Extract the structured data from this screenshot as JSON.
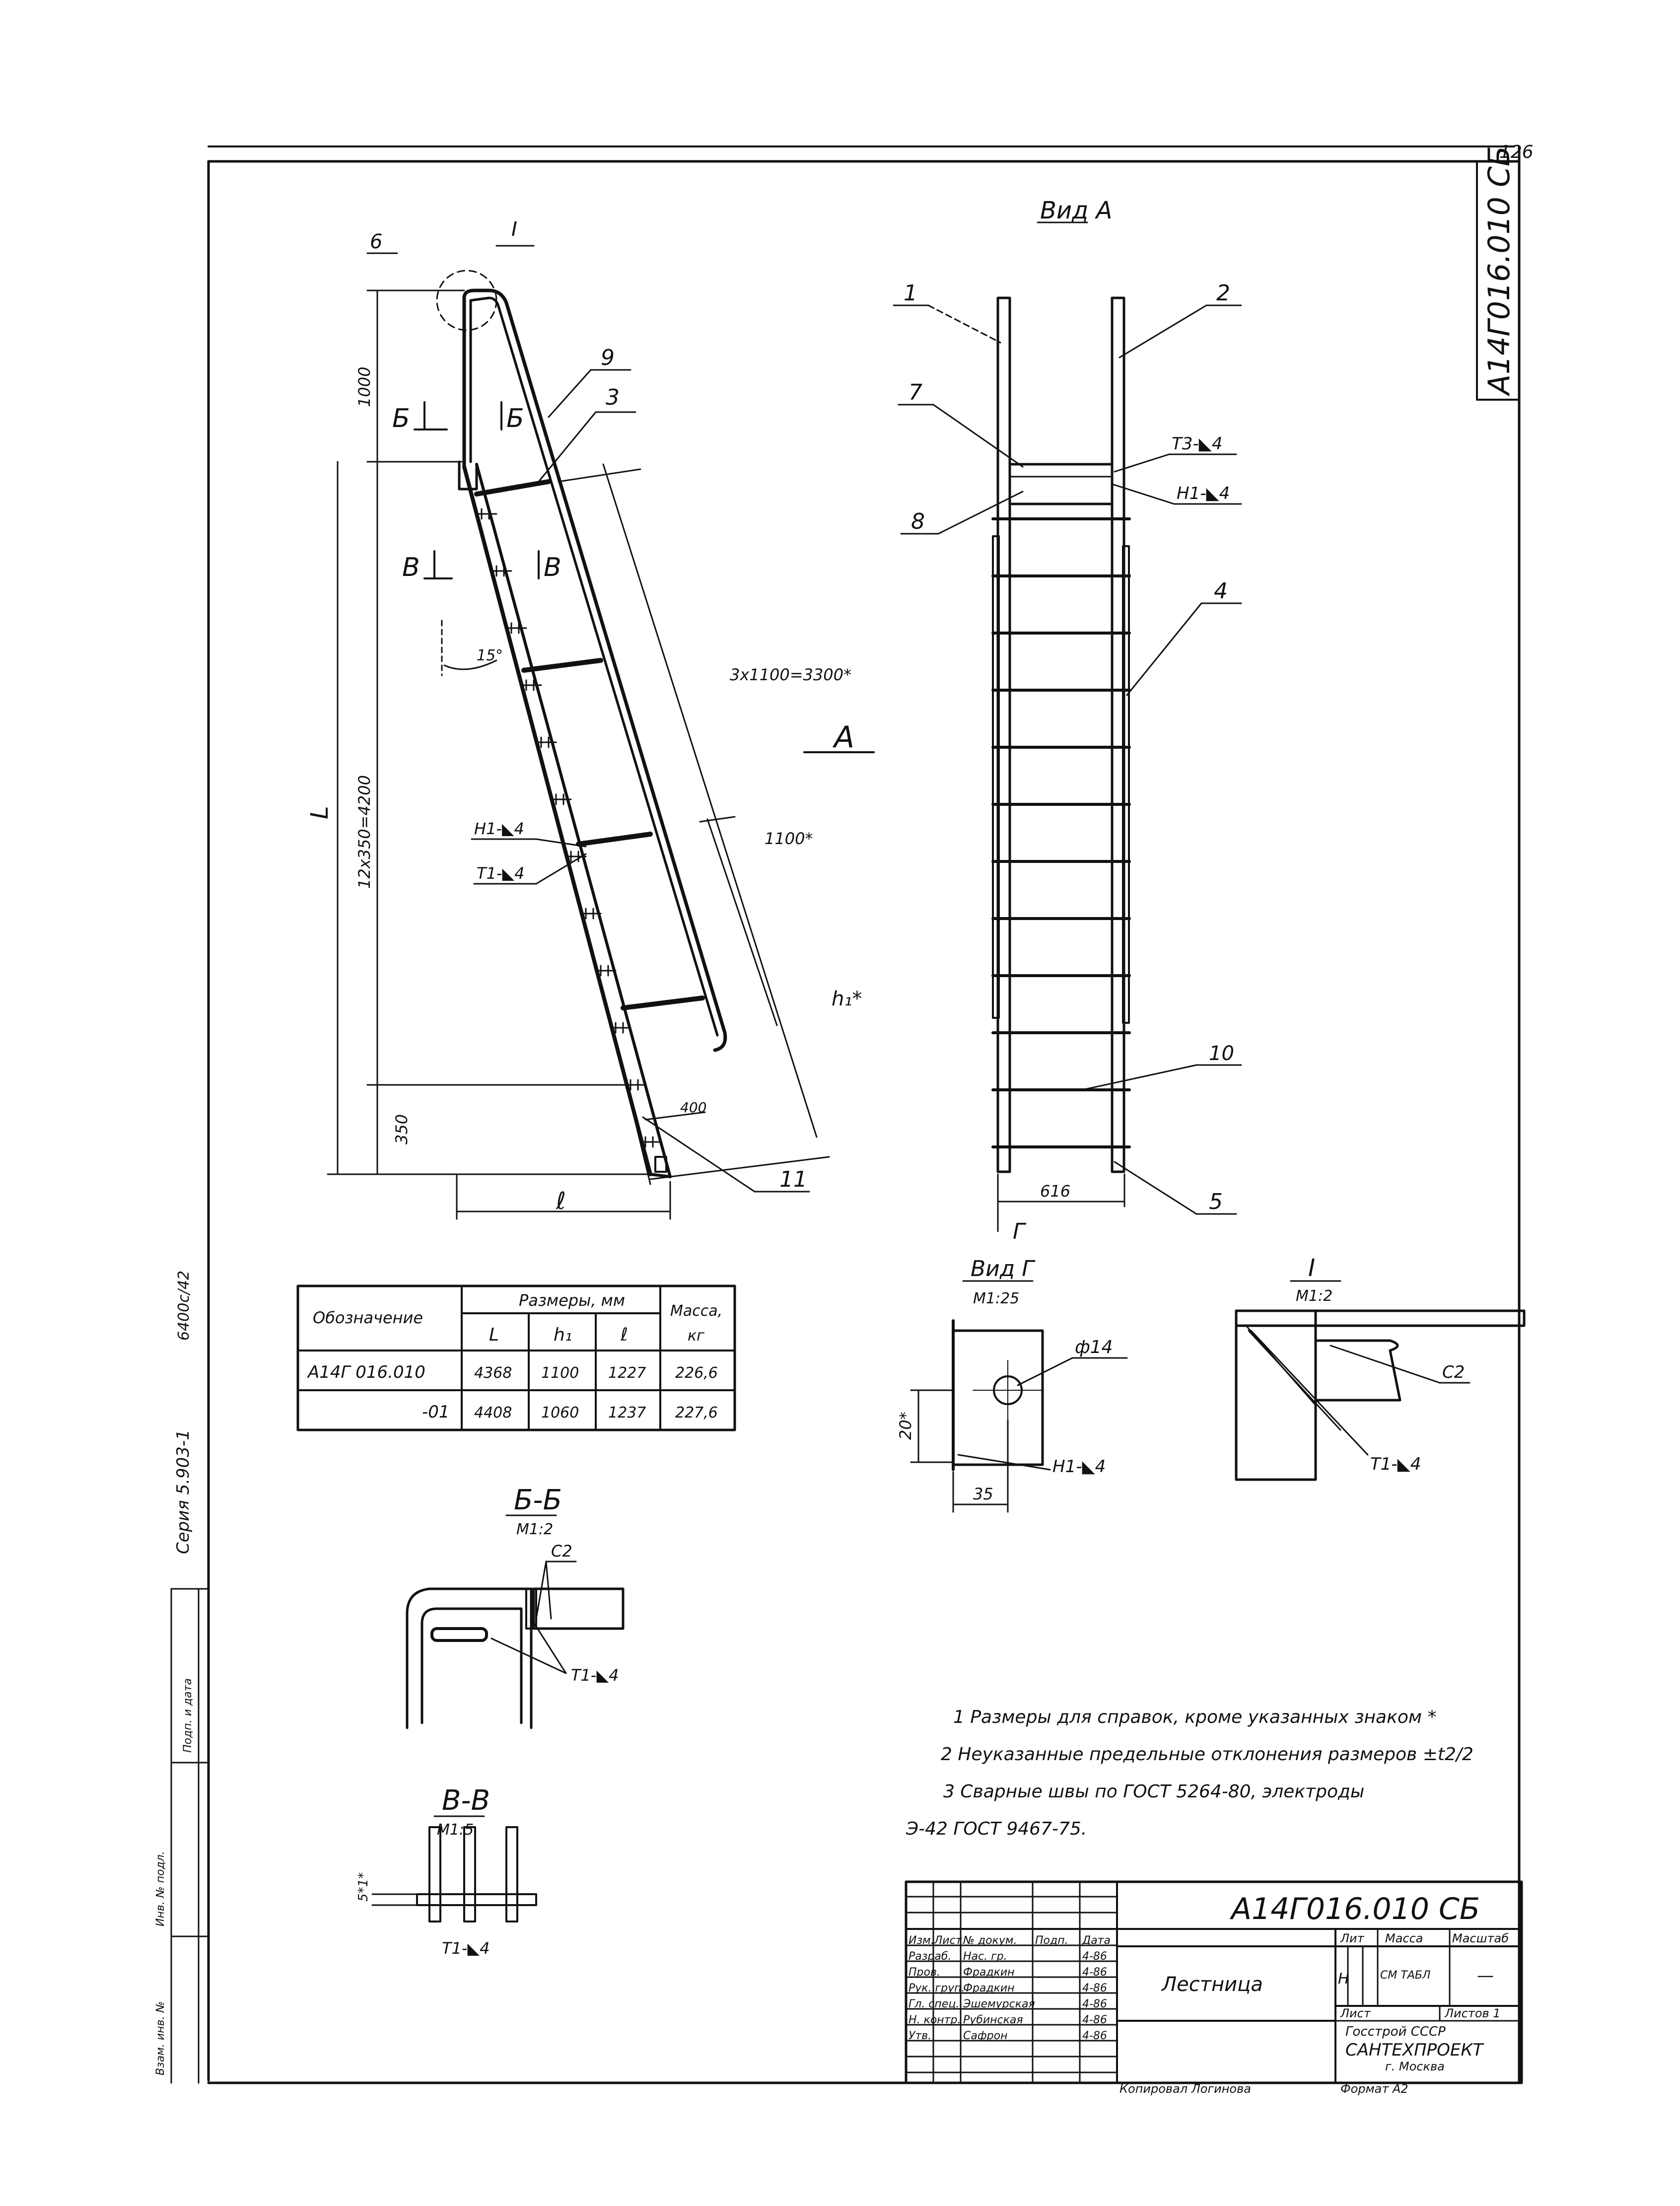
{
  "sheet": {
    "page_number": "126",
    "doc_code_vertical": "А14Г016.010 СБ",
    "series_label": "Серия 5.903-1",
    "stamp_number": "6400с/42",
    "left_stamp_lines": [
      "Взам. инв. №",
      "Подп. и дата",
      "Инв. № подл."
    ]
  },
  "side_view": {
    "callouts": [
      "6",
      "I",
      "9",
      "3",
      "11"
    ],
    "section_marks": {
      "b": "Б",
      "v": "В"
    },
    "view_arrow": "А",
    "dims": {
      "top": "1000",
      "main": "12x350=4200",
      "bottom": "350",
      "overall_L": "L",
      "span": "3x1100=3300*",
      "bay": "1100*",
      "h1": "h₁*",
      "base": "400",
      "width_l": "ℓ",
      "angle": "15°"
    },
    "welds": [
      "Н1-◣4",
      "Т1-◣4"
    ]
  },
  "view_a": {
    "title": "Вид А",
    "callouts": [
      "1",
      "2",
      "7",
      "8",
      "4",
      "10",
      "5"
    ],
    "welds": [
      "Т3-◣4",
      "Н1-◣4"
    ],
    "width_dim": "616",
    "arrow_g": "Г"
  },
  "spec_table": {
    "col_designation": "Обозначение",
    "col_sizes": "Размеры, мм",
    "col_mass": "Масса,",
    "sub_L": "L",
    "sub_h1": "h₁",
    "sub_l": "ℓ",
    "sub_kg": "кг",
    "rows": [
      {
        "name": "А14Г 016.010",
        "L": "4368",
        "h1": "1100",
        "l": "1227",
        "mass": "226,6"
      },
      {
        "name": "-01",
        "L": "4408",
        "h1": "1060",
        "l": "1237",
        "mass": "227,6"
      }
    ]
  },
  "view_g": {
    "title": "Вид Г",
    "scale": "М1:25",
    "hole": "ф14",
    "dim_v": "20*",
    "dim_h": "35",
    "weld": "Н1-◣4"
  },
  "detail_i": {
    "title": "I",
    "scale": "М1:2",
    "weld_c2": "С2",
    "weld_t1": "Т1-◣4"
  },
  "section_bb": {
    "title": "Б-Б",
    "scale": "М1:2",
    "weld_c2": "С2",
    "weld_t1": "Т1-◣4"
  },
  "section_vv": {
    "title": "В-В",
    "scale": "М1:5",
    "dim": "5*1*",
    "weld": "Т1-◣4"
  },
  "notes": [
    "1 Размеры для справок, кроме указанных знаком *",
    "2 Неуказанные предельные отклонения размеров ±t2/2",
    "3 Сварные швы по ГОСТ 5264-80, электроды",
    "Э-42 ГОСТ 9467-75."
  ],
  "title_block": {
    "code": "А14Г016.010 СБ",
    "name": "Лестница",
    "lit_header": "Лит",
    "mass_header": "Масса",
    "scale_header": "Масштаб",
    "lit_value": "Н",
    "mass_value": "СМ ТАБЛ",
    "scale_value": "—",
    "sheet_label": "Лист",
    "sheets_label": "Листов 1",
    "org_line1": "Госстрой СССР",
    "org_line2": "САНТЕХПРОЕКТ",
    "org_line3": "г. Москва",
    "rows": [
      {
        "role": "Изм.Лист",
        "name": "№ докум.",
        "sign": "Подп.",
        "date": "Дата"
      },
      {
        "role": "Разраб.",
        "name": "Нас. гр.",
        "sign": "",
        "date": "4-86"
      },
      {
        "role": "Пров.",
        "name": "Фрадкин",
        "sign": "",
        "date": "4-86"
      },
      {
        "role": "Рук. груп.",
        "name": "Фрадкин",
        "sign": "",
        "date": "4-86"
      },
      {
        "role": "Гл. спец.",
        "name": "Эшемурская",
        "sign": "",
        "date": "4-86"
      },
      {
        "role": "Н. контр.",
        "name": "Рубинская",
        "sign": "",
        "date": "4-86"
      },
      {
        "role": "Утв.",
        "name": "Сафрон",
        "sign": "",
        "date": "4-86"
      }
    ],
    "copied_by": "Копировал Логинова",
    "format": "Формат А2"
  }
}
